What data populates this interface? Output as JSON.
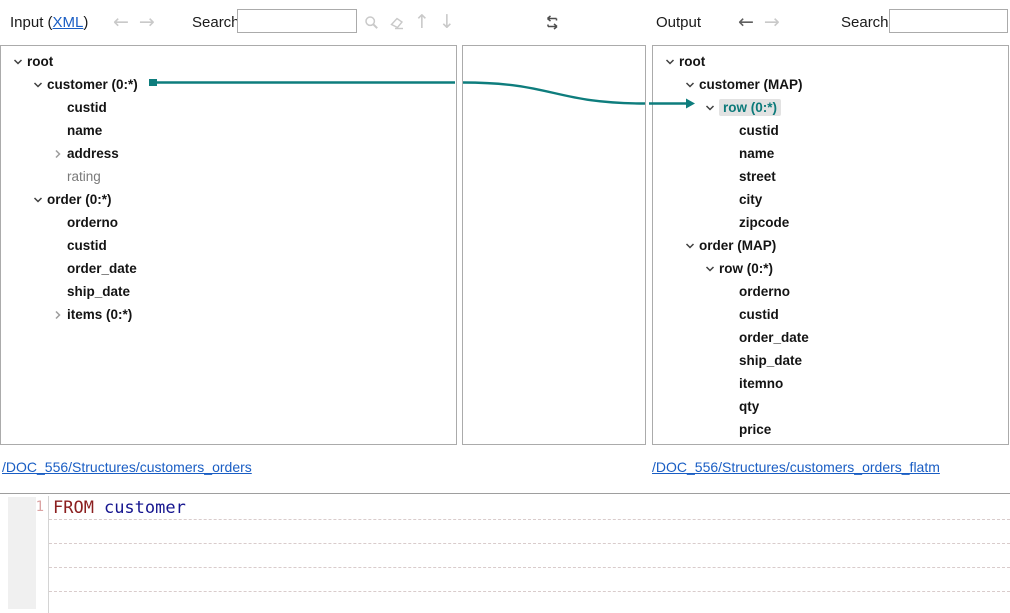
{
  "toolbar": {
    "input_prefix": "Input (",
    "input_link": "XML",
    "input_suffix": ")",
    "search_label_left": "Search:",
    "search_value_left": "",
    "output_label": "Output",
    "search_label_right": "Search:",
    "search_value_right": "",
    "icons": {
      "back": "left-arrow",
      "forward": "right-arrow",
      "search": "magnifier",
      "clear": "eraser",
      "previous_match": "arrow-up",
      "next_match": "arrow-down",
      "swap": "swap-arrows"
    }
  },
  "input_tree": {
    "nodes": [
      {
        "label": "root",
        "level": 0,
        "chevron": "expanded"
      },
      {
        "label": "customer (0:*)",
        "level": 1,
        "chevron": "expanded",
        "mapped_source": true
      },
      {
        "label": "custid",
        "level": 2,
        "chevron": "none"
      },
      {
        "label": "name",
        "level": 2,
        "chevron": "none"
      },
      {
        "label": "address",
        "level": 2,
        "chevron": "collapsed"
      },
      {
        "label": "rating",
        "level": 2,
        "chevron": "none",
        "muted": true
      },
      {
        "label": "order (0:*)",
        "level": 1,
        "chevron": "expanded"
      },
      {
        "label": "orderno",
        "level": 2,
        "chevron": "none"
      },
      {
        "label": "custid",
        "level": 2,
        "chevron": "none"
      },
      {
        "label": "order_date",
        "level": 2,
        "chevron": "none"
      },
      {
        "label": "ship_date",
        "level": 2,
        "chevron": "none"
      },
      {
        "label": "items (0:*)",
        "level": 2,
        "chevron": "collapsed"
      }
    ]
  },
  "output_tree": {
    "nodes": [
      {
        "label": "root",
        "level": 0,
        "chevron": "expanded"
      },
      {
        "label": "customer (MAP)",
        "level": 1,
        "chevron": "expanded"
      },
      {
        "label": "row (0:*)",
        "level": 2,
        "chevron": "expanded",
        "selected": true
      },
      {
        "label": "custid",
        "level": 3,
        "chevron": "none"
      },
      {
        "label": "name",
        "level": 3,
        "chevron": "none"
      },
      {
        "label": "street",
        "level": 3,
        "chevron": "none"
      },
      {
        "label": "city",
        "level": 3,
        "chevron": "none"
      },
      {
        "label": "zipcode",
        "level": 3,
        "chevron": "none"
      },
      {
        "label": "order (MAP)",
        "level": 1,
        "chevron": "expanded"
      },
      {
        "label": "row (0:*)",
        "level": 2,
        "chevron": "expanded"
      },
      {
        "label": "orderno",
        "level": 3,
        "chevron": "none"
      },
      {
        "label": "custid",
        "level": 3,
        "chevron": "none"
      },
      {
        "label": "order_date",
        "level": 3,
        "chevron": "none"
      },
      {
        "label": "ship_date",
        "level": 3,
        "chevron": "none"
      },
      {
        "label": "itemno",
        "level": 3,
        "chevron": "none"
      },
      {
        "label": "qty",
        "level": 3,
        "chevron": "none"
      },
      {
        "label": "price",
        "level": 3,
        "chevron": "none"
      }
    ]
  },
  "mapping": {
    "from": "customer (0:*)",
    "to": "row (0:*)",
    "color": "#0e7d7d"
  },
  "footer": {
    "input_structure_link": "/DOC_556/Structures/customers_orders",
    "output_structure_link": "/DOC_556/Structures/customers_orders_flatm"
  },
  "editor": {
    "line_number": "1",
    "keyword": "FROM",
    "identifier": "customer",
    "empty_line_count": 4
  },
  "colors": {
    "mapping": "#0e7d7d",
    "link": "#1a5ec4",
    "keyword": "#8b1f1f",
    "identifier": "#15158f",
    "line_number": "#dba3a3",
    "selected_bg": "#e2e2e2",
    "selected_text": "#0c7a7a"
  }
}
